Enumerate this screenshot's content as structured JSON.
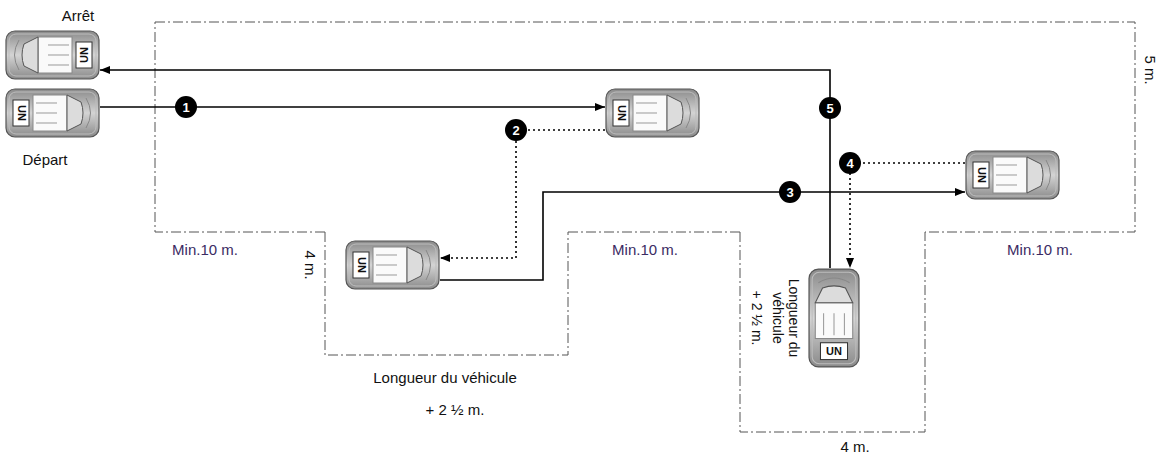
{
  "diagram": {
    "nodes": [
      {
        "text": [
          "UN"
        ]
      },
      {
        "text": [
          "UN"
        ]
      },
      {
        "text": [
          "UN"
        ]
      },
      {
        "text": [
          "UN"
        ]
      },
      {
        "text": [
          "UN"
        ]
      },
      {
        "text": [
          "UN"
        ]
      }
    ],
    "edges": [
      {
        "from": 1,
        "to": 2,
        "arrow": "to",
        "label": "1"
      },
      {
        "from": 2,
        "to": 4,
        "arrow": "to",
        "label": "2"
      },
      {
        "from": 4,
        "to": 3,
        "arrow": "to",
        "label": "3"
      },
      {
        "from": 3,
        "to": 5,
        "arrow": "to",
        "label": "4"
      },
      {
        "from": 5,
        "to": 0,
        "arrow": "to",
        "label": "5"
      }
    ],
    "labels": [
      "Arrêt",
      "Départ",
      "5 m.",
      "Min.10 m.",
      "4 m.",
      "Min.10 m.",
      "Min.10 m.",
      "Longueur du véhicule",
      "+ 2 ½ m.",
      "Longueur du véhicule",
      "+ 2 ½ m.",
      "4 m."
    ]
  }
}
